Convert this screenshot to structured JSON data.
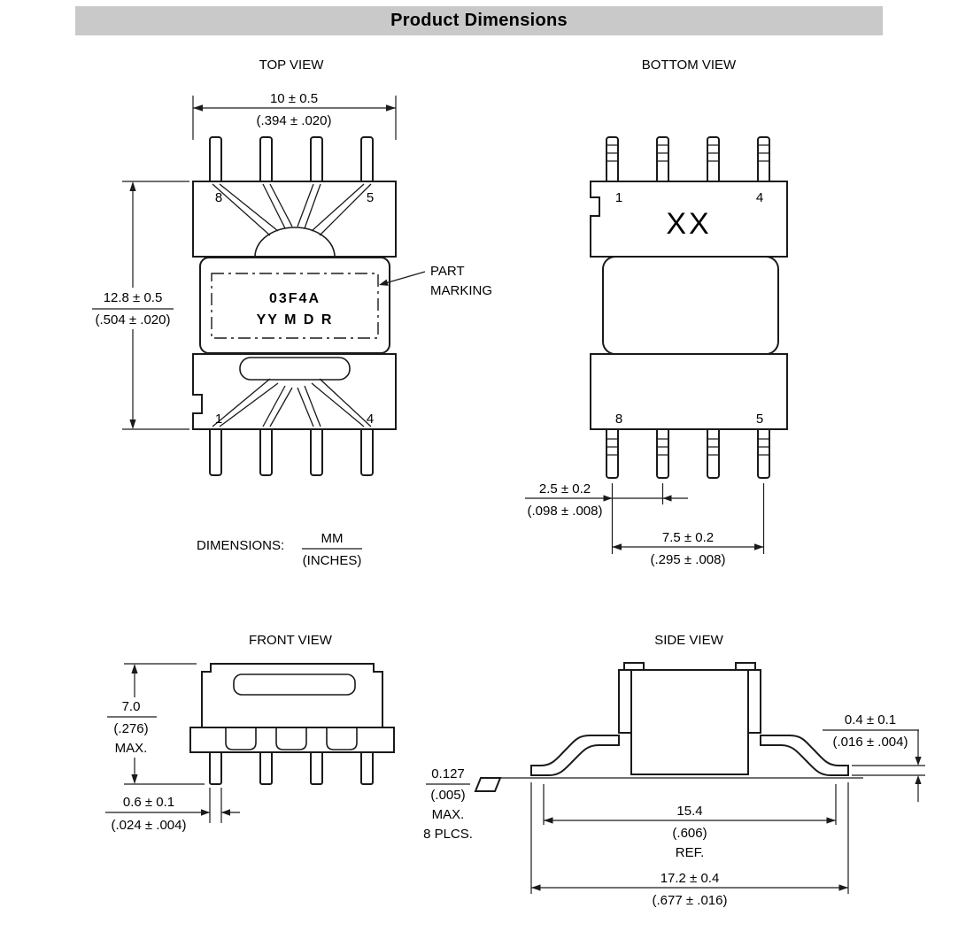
{
  "header": {
    "title": "Product Dimensions"
  },
  "units_note": {
    "label": "DIMENSIONS:",
    "mm": "MM",
    "inches": "(INCHES)"
  },
  "top_view": {
    "label": "TOP VIEW",
    "pin_top_left": "8",
    "pin_top_right": "5",
    "pin_bottom_left": "1",
    "pin_bottom_right": "4",
    "marking_line1": "03F4A",
    "marking_line2": "YY M D R",
    "part_marking_label_line1": "PART",
    "part_marking_label_line2": "MARKING",
    "dim_width_mm": "10 ± 0.5",
    "dim_width_in": "(.394 ± .020)",
    "dim_height_mm": "12.8 ± 0.5",
    "dim_height_in": "(.504 ± .020)"
  },
  "bottom_view": {
    "label": "BOTTOM VIEW",
    "pin_top_left": "1",
    "pin_top_right": "4",
    "pin_bottom_left": "8",
    "pin_bottom_right": "5",
    "marking": "XX",
    "dim_pitch_mm": "2.5 ± 0.2",
    "dim_pitch_in": "(.098 ± .008)",
    "dim_span_mm": "7.5 ± 0.2",
    "dim_span_in": "(.295 ± .008)"
  },
  "front_view": {
    "label": "FRONT VIEW",
    "dim_height_mm": "7.0",
    "dim_height_in": "(.276)",
    "dim_height_note": "MAX.",
    "dim_pin_mm": "0.6 ± 0.1",
    "dim_pin_in": "(.024 ± .004)"
  },
  "side_view": {
    "label": "SIDE VIEW",
    "dim_lead_mm": "0.4 ± 0.1",
    "dim_lead_in": "(.016 ± .004)",
    "coplanarity_mm": "0.127",
    "coplanarity_in": "(.005)",
    "coplanarity_note1": "MAX.",
    "coplanarity_note2": "8 PLCS.",
    "dim_ref_mm": "15.4",
    "dim_ref_in": "(.606)",
    "dim_ref_note": "REF.",
    "dim_overall_mm": "17.2 ± 0.4",
    "dim_overall_in": "(.677 ± .016)"
  },
  "colors": {
    "header_bg": "#c9c9c9",
    "line": "#1a1a1a"
  }
}
